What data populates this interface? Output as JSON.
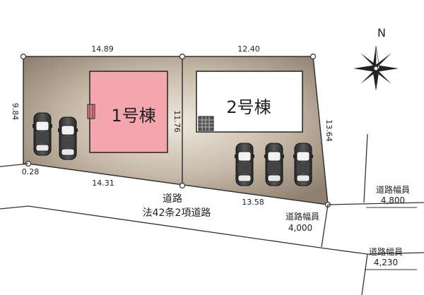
{
  "lots": {
    "lot1": {
      "label": "1号棟",
      "color": "#f4a6ae"
    },
    "lot2": {
      "label": "2号棟",
      "color": "#ffffff"
    }
  },
  "dimensions": {
    "top_left": "14.89",
    "top_right": "12.40",
    "left": "9.84",
    "middle": "11.76",
    "right": "13.64",
    "bottom_left": "14.31",
    "bottom_right": "13.58",
    "corner": "0.28"
  },
  "road": {
    "name": "道路",
    "type": "法42条2項道路"
  },
  "road_widths": [
    {
      "label": "道路幅員",
      "value": "4,000"
    },
    {
      "label": "道路幅員",
      "value": "4,800"
    },
    {
      "label": "道路幅員",
      "value": "4,230"
    }
  ],
  "compass": {
    "north_label": "N"
  },
  "colors": {
    "ground": "#9c8e7e",
    "ground_light": "#d8cfc2",
    "outline": "#333333"
  },
  "icons": [
    "car-icon",
    "meter-box-icon",
    "grate-icon",
    "compass-icon"
  ]
}
